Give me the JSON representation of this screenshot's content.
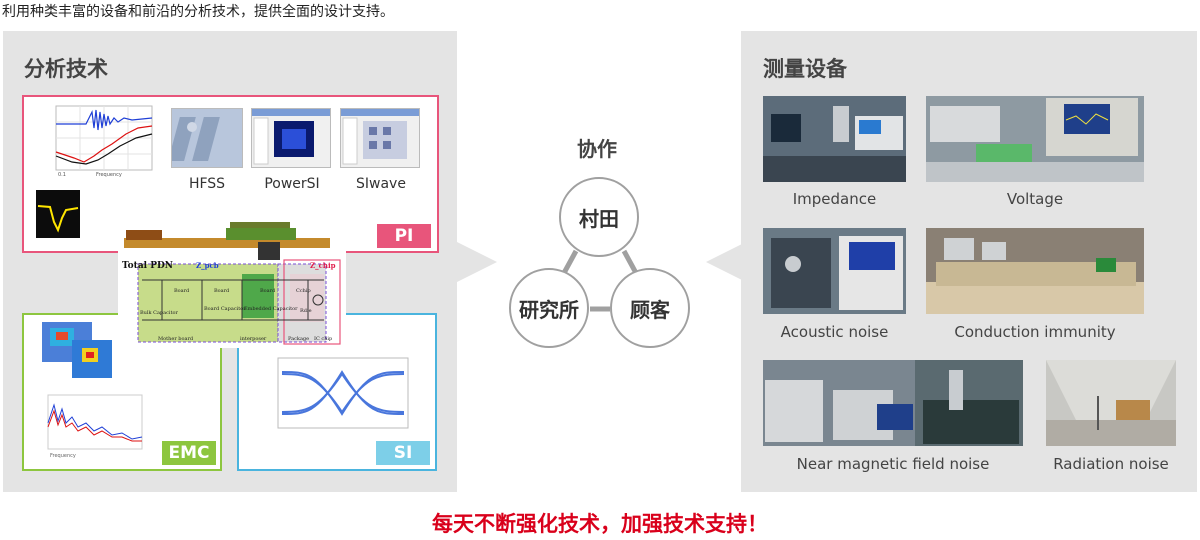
{
  "intro_text": "利用种类丰富的设备和前沿的分析技术，提供全面的设计支持。",
  "left_panel": {
    "title": "分析技术",
    "tags": {
      "pi": "PI",
      "emc": "EMC",
      "si": "SI"
    },
    "tools": [
      "HFSS",
      "PowerSI",
      "SIwave"
    ],
    "pdn": {
      "title": "Total PDN",
      "z_pcb": "Z_pcb",
      "z_chip": "Z_chip",
      "sections": [
        "Mother board",
        "interposer",
        "Package",
        "IC chip"
      ],
      "parts": [
        "Bulk Capacitor",
        "Board",
        "Board Capacitor",
        "Board",
        "Embedded Capacitor",
        "Board",
        "Cchip",
        "Rdie"
      ]
    }
  },
  "collab": {
    "title": "协作",
    "nodes": [
      "村田",
      "研究所",
      "顾客"
    ]
  },
  "right_panel": {
    "title": "测量设备",
    "equipment": [
      "Impedance",
      "Voltage",
      "Acoustic noise",
      "Conduction immunity",
      "Near magnetic field noise",
      "Radiation noise"
    ]
  },
  "slogan": "每天不断强化技术，加强技术支持！",
  "colors": {
    "pi": "#e8557b",
    "emc": "#8dc63f",
    "si": "#4ab4de",
    "slogan": "#d9001b"
  }
}
